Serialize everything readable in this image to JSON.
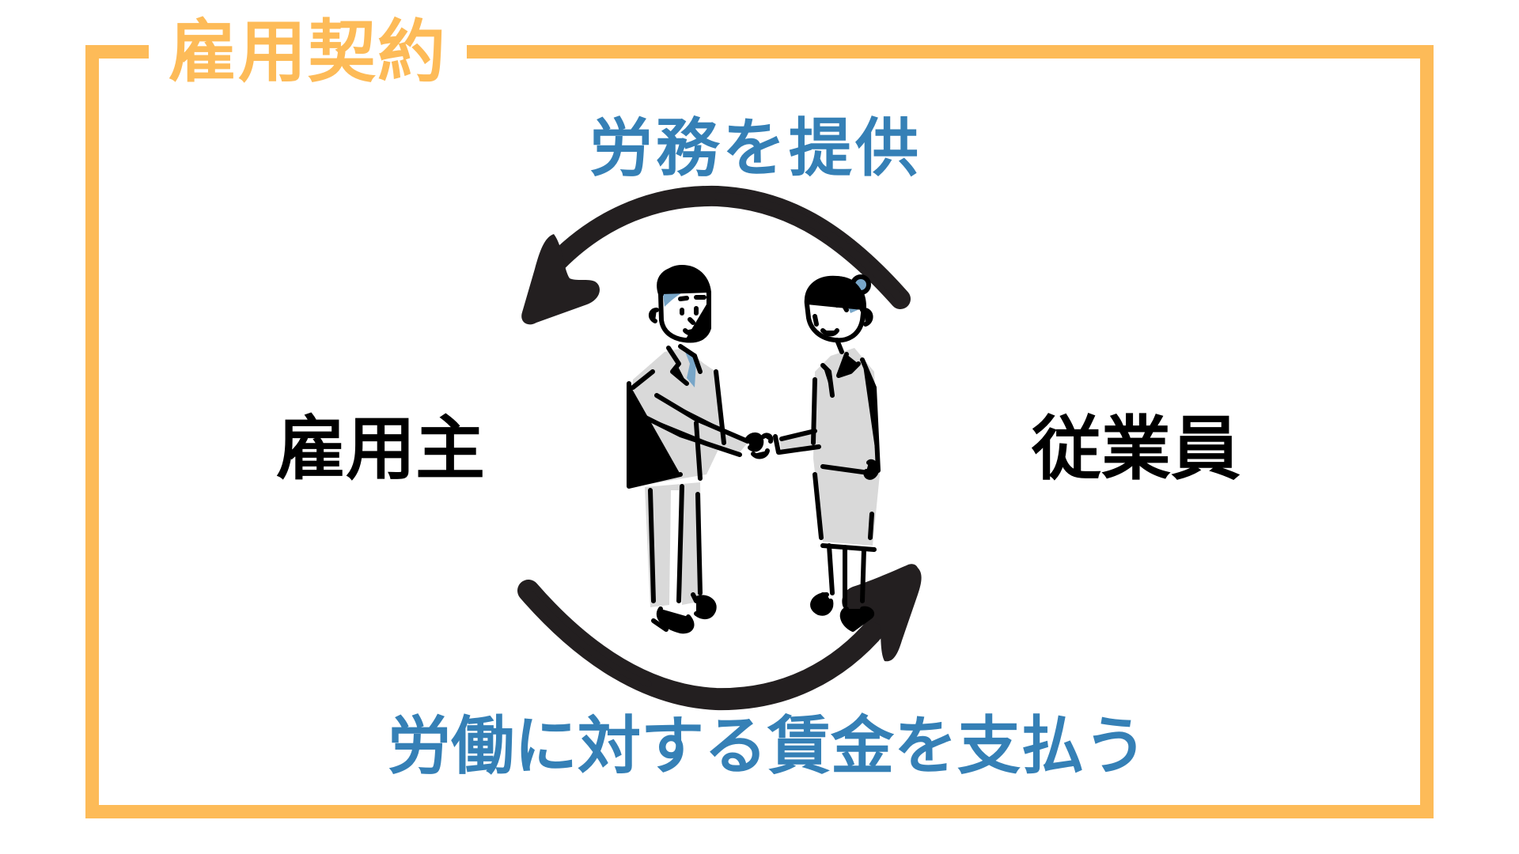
{
  "diagram": {
    "title": "雇用契約",
    "flow_top": {
      "label": "労務を提供",
      "direction": "from-employee-to-employer"
    },
    "flow_bottom": {
      "label": "労働に対する賃金を支払う",
      "direction": "from-employer-to-employee"
    },
    "parties": {
      "left": "雇用主",
      "right": "従業員"
    },
    "illustration": "handshake-icon",
    "colors": {
      "frame": "#fdbb58",
      "title": "#fdbb58",
      "flow_label": "#3580b6",
      "party_label": "#000000",
      "arrow": "#231f20",
      "hair_accent": "#78a6c8",
      "suit_fill": "#d9d9d9"
    }
  }
}
